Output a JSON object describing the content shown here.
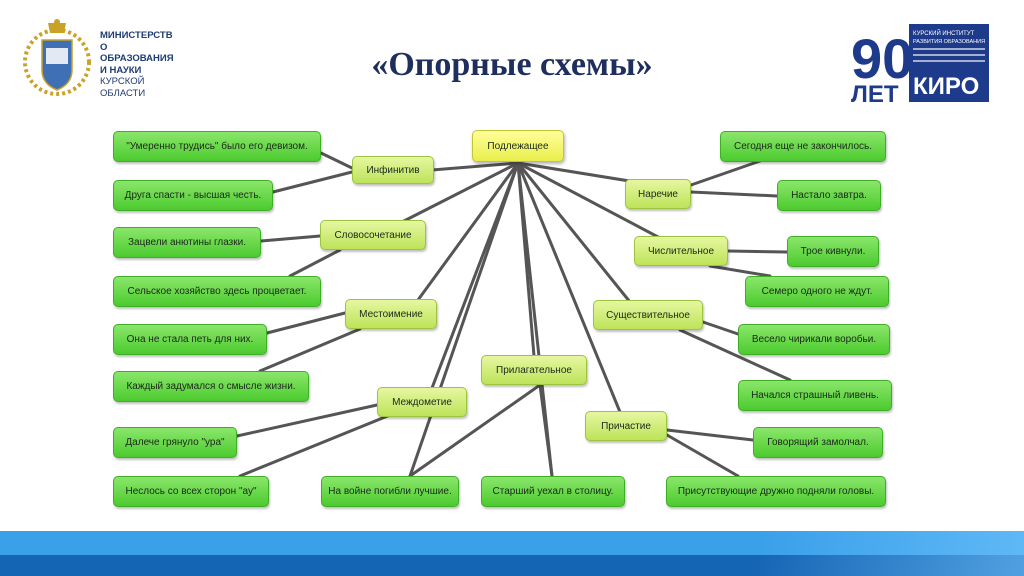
{
  "header": {
    "ministry_lines": [
      "МИНИСТЕРСТВ",
      "О",
      "ОБРАЗОВАНИЯ",
      "И НАУКИ",
      "КУРСКОЙ",
      "ОБЛАСТИ"
    ],
    "title": "«Опорные схемы»",
    "logo": {
      "number": "90",
      "word": "ЛЕТ",
      "text1": "КУРСКИЙ ИНСТИТУТ",
      "text2": "РАЗВИТИЯ ОБРАЗОВАНИЯ",
      "abbr": "КИРО"
    }
  },
  "diagram": {
    "root": "Подлежащее",
    "mid": {
      "infinitive": "Инфинитив",
      "phrase": "Словосочетание",
      "pronoun": "Местоимение",
      "interjection": "Междометие",
      "adjective": "Прилагательное",
      "adverb": "Наречие",
      "numeral": "Числительное",
      "noun": "Существительное",
      "participle": "Причастие"
    },
    "leaves": {
      "l1": "\"Умеренно трудись\" было его девизом.",
      "l2": "Друга спасти - высшая честь.",
      "l3": "Зацвели анютины глазки.",
      "l4": "Сельское хозяйство здесь процветает.",
      "l5": "Она не стала петь для них.",
      "l6": "Каждый задумался о смысле жизни.",
      "l7": "Далече грянуло \"ура\"",
      "l8": "Неслось со всех сторон \"ау\"",
      "l9": "На войне погибли лучшие.",
      "l10": "Старший уехал в столицу.",
      "r1": "Сегодня еще не закончилось.",
      "r2": "Настало завтра.",
      "r3": "Трое кивнули.",
      "r4": "Семеро одного не ждут.",
      "r5": "Весело чирикали воробьи.",
      "r6": "Начался страшный ливень.",
      "r7": "Говорящий замолчал.",
      "r8": "Присутствующие дружно подняли головы."
    }
  },
  "colors": {
    "title": "#1e2f5e",
    "ministry": "#1f3c73",
    "connector": "#555555",
    "band_light": "#3aa0ea",
    "band_dark": "#1565b5"
  }
}
